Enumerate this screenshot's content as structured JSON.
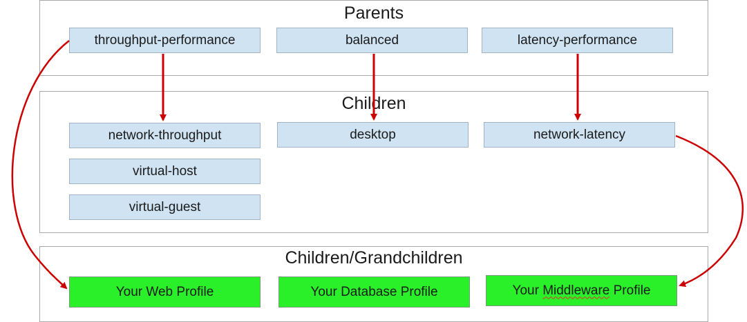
{
  "colors": {
    "parent_node": "#cfe3f3",
    "child_node": "#cfe3f3",
    "custom_profile_node": "#2af02a",
    "arrow": "#cc0000"
  },
  "panels": {
    "parents": {
      "title": "Parents"
    },
    "children": {
      "title": "Children"
    },
    "grandchildren": {
      "title": "Children/Grandchildren"
    }
  },
  "parents": {
    "throughput": "throughput-performance",
    "balanced": "balanced",
    "latency": "latency-performance"
  },
  "children": {
    "network_throughput": "network-throughput",
    "virtual_host": "virtual-host",
    "virtual_guest": "virtual-guest",
    "desktop": "desktop",
    "network_latency": "network-latency"
  },
  "custom_profiles": {
    "web": "Your Web Profile",
    "database": "Your Database Profile",
    "middleware_prefix": "Your ",
    "middleware_word": "Middleware",
    "middleware_suffix": " Profile"
  },
  "edges": [
    {
      "from": "throughput-performance",
      "to": "network-throughput"
    },
    {
      "from": "balanced",
      "to": "desktop"
    },
    {
      "from": "latency-performance",
      "to": "network-latency"
    },
    {
      "from": "throughput-performance",
      "to": "Your Web Profile"
    },
    {
      "from": "network-latency",
      "to": "Your Middleware Profile"
    }
  ]
}
